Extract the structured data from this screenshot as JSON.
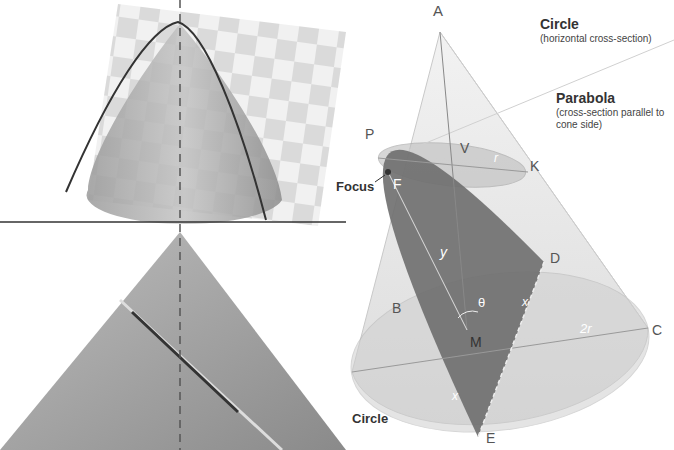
{
  "diagram": {
    "labels": [
      "A",
      "Circle",
      "(horizontal cross-section)",
      "P",
      "V",
      "r",
      "K",
      "Focus",
      "F",
      "Parabola",
      "(cross-section parallel to cone side)",
      "D",
      "y",
      "θ",
      "x",
      "B",
      "M",
      "2r",
      "C",
      "x",
      "Circle",
      "E"
    ]
  }
}
